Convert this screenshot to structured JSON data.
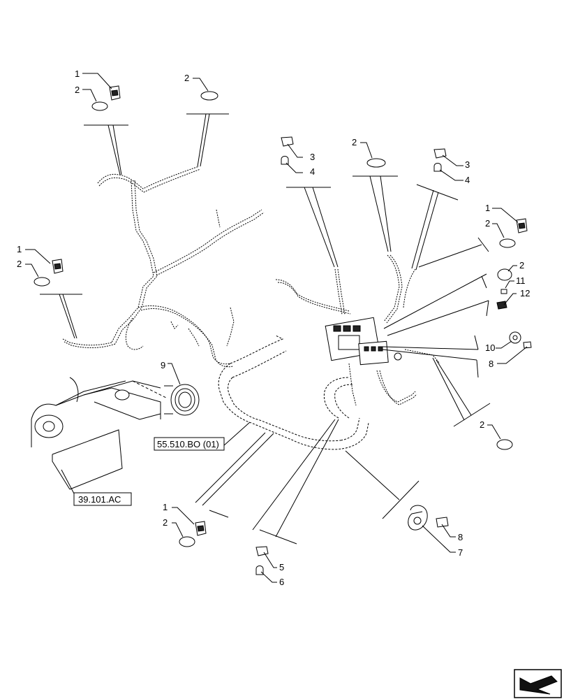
{
  "diagram": {
    "callouts": [
      "1",
      "2",
      "3",
      "4",
      "5",
      "6",
      "7",
      "8",
      "9",
      "10",
      "11",
      "12"
    ],
    "references": {
      "ref_55510": "55.510.BO (01)",
      "ref_39101": "39.101.AC"
    }
  },
  "nav": {
    "icon": "next-page-arrow-icon"
  }
}
